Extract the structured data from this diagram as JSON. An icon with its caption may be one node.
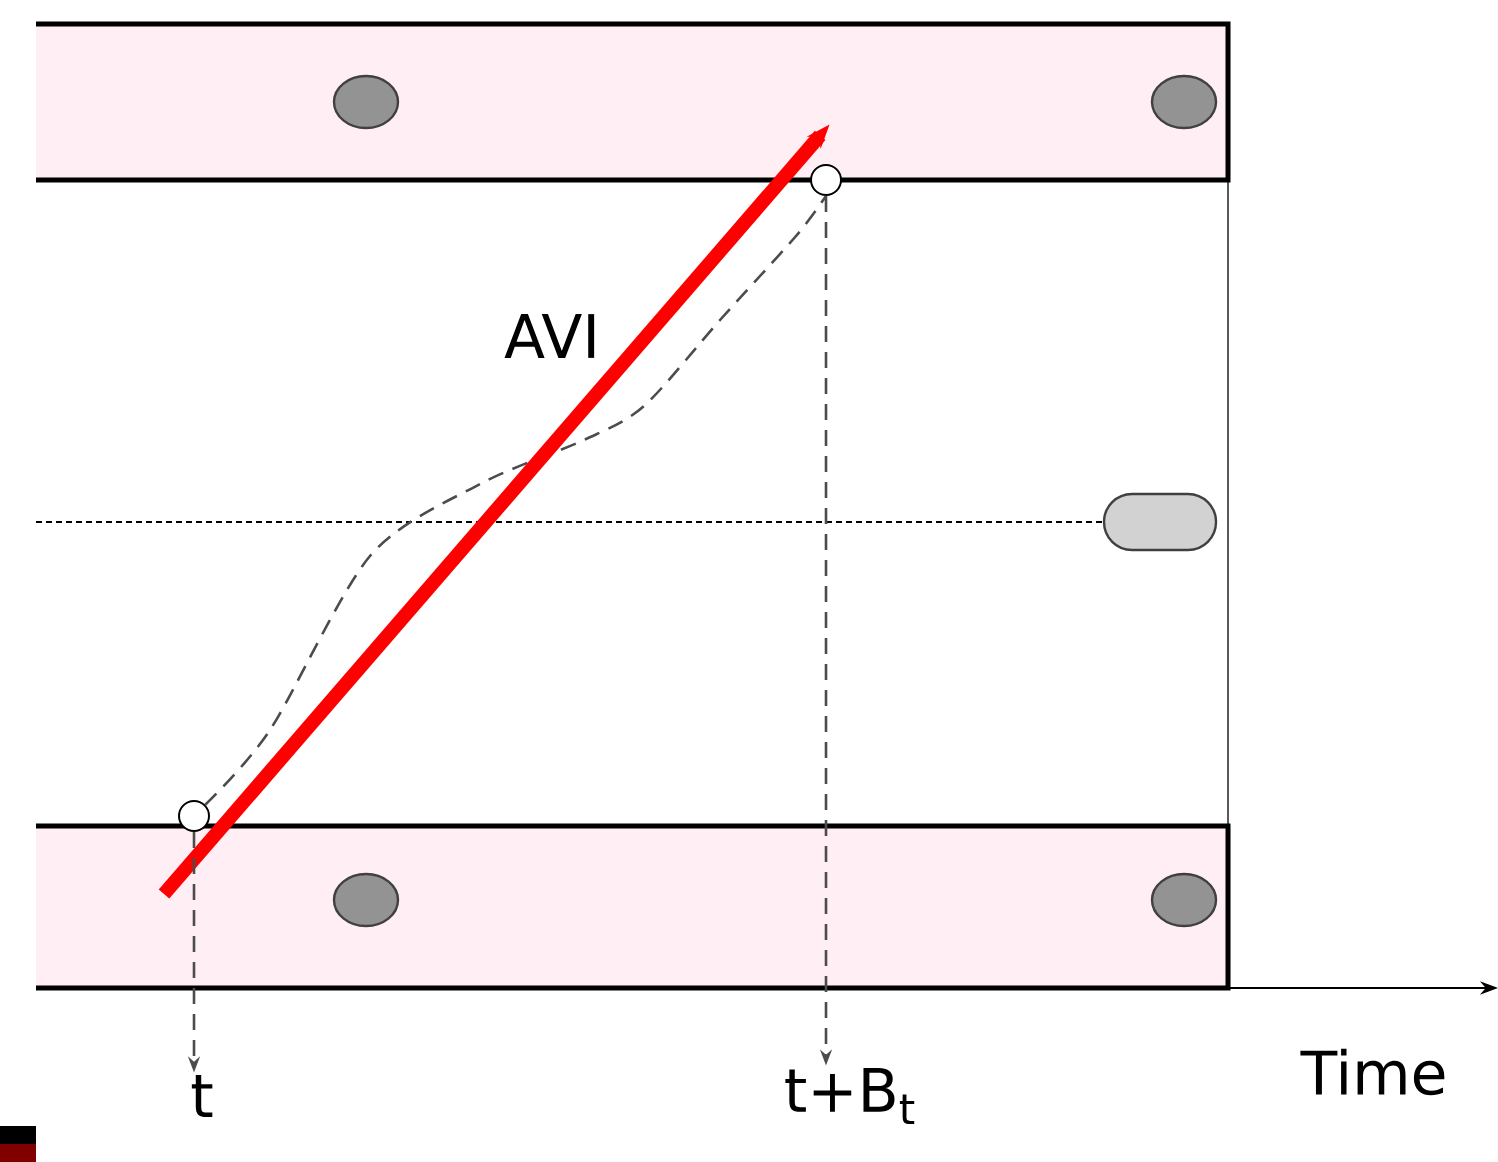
{
  "diagram": {
    "nodes": [
      {
        "text": [],
        "shape": "box"
      },
      {
        "text": [],
        "shape": "circle"
      },
      {
        "text": [],
        "shape": "circle"
      },
      {
        "text": [
          "t"
        ]
      },
      {
        "text": [
          "t+B$_{t}$"
        ]
      }
    ],
    "edges": [
      {
        "from": 1,
        "to": 2,
        "arrow": "none",
        "style": "dashed"
      },
      {
        "from": 1,
        "to": 0,
        "arrow": "to",
        "style": "thick",
        "color": "#ff0000"
      },
      {
        "from": 1,
        "to": 3,
        "arrow": "to",
        "style": "dashed"
      },
      {
        "from": 2,
        "to": 4,
        "arrow": "to",
        "style": "dashed"
      }
    ],
    "labels": [
      "AVI",
      "Time"
    ]
  }
}
